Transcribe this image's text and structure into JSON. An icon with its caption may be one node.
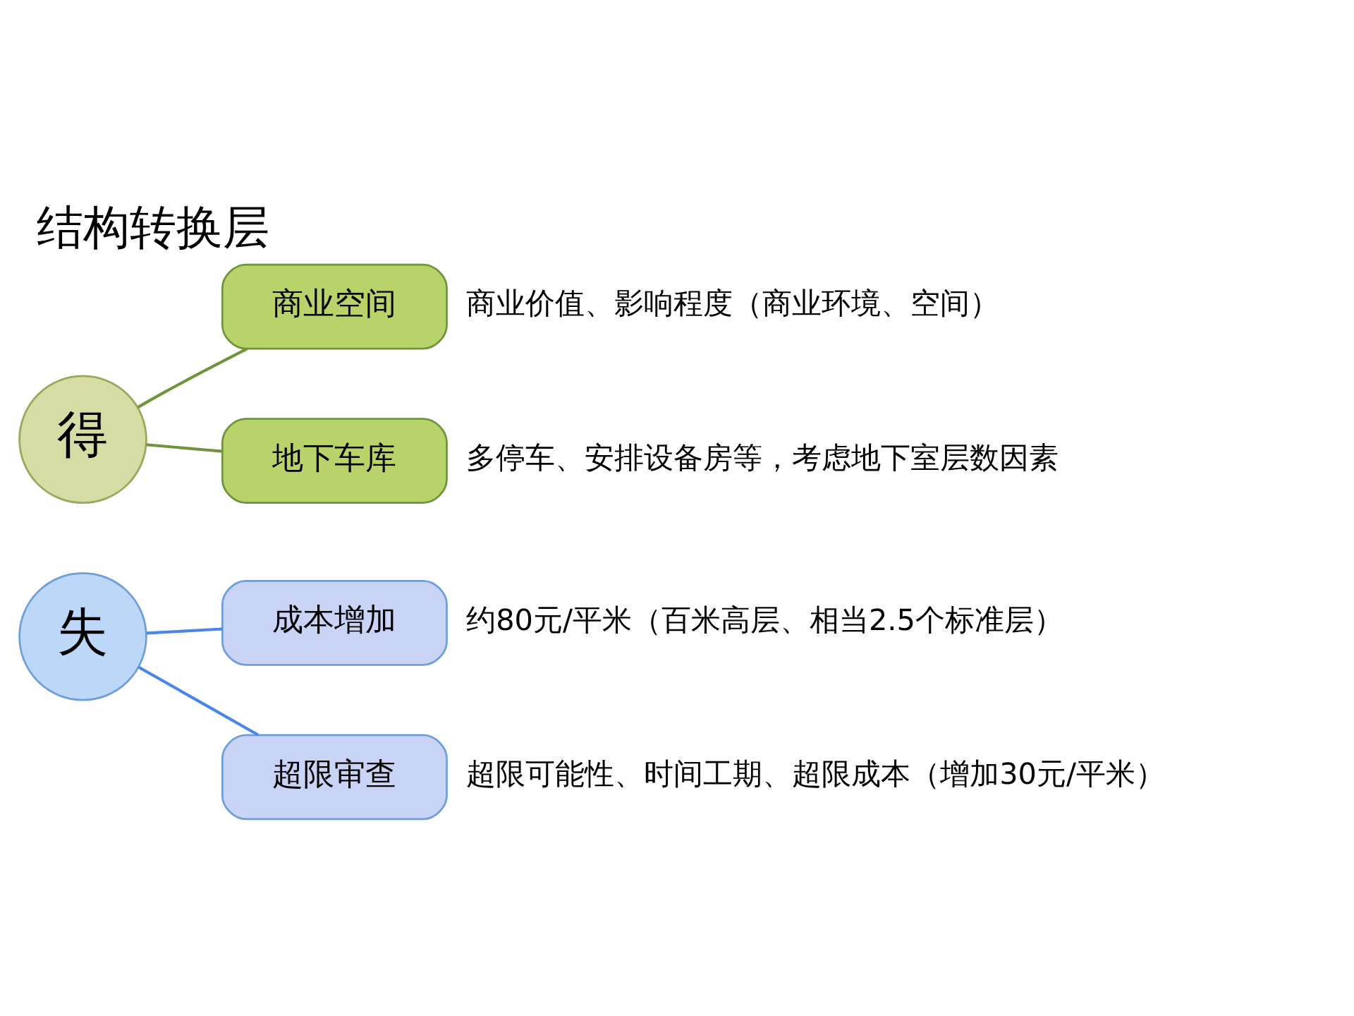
{
  "diagram": {
    "title": "结构转换层",
    "nodes": [
      {
        "text": [
          "得"
        ]
      },
      {
        "text": [
          "商业空间"
        ],
        "beside": [
          "商业价值、影响程度（商业环境、空间）"
        ]
      },
      {
        "text": [
          "地下车库"
        ],
        "beside": [
          "多停车、安排设备房等，考虑地下室层数因素"
        ]
      },
      {
        "text": [
          "失"
        ]
      },
      {
        "text": [
          "成本增加"
        ],
        "beside": [
          "约80元/平米（百米高层、相当2.5个标准层）"
        ]
      },
      {
        "text": [
          "超限审查"
        ],
        "beside": [
          "超限可能性、时间工期、超限成本（增加30元/平米）"
        ]
      }
    ],
    "edges": [
      {
        "from": 0,
        "to": 1,
        "arrow": "none",
        "color": "#70943c"
      },
      {
        "from": 0,
        "to": 2,
        "arrow": "none",
        "color": "#70943c"
      },
      {
        "from": 3,
        "to": 4,
        "arrow": "none",
        "color": "#4a86e8"
      },
      {
        "from": 3,
        "to": 5,
        "arrow": "none",
        "color": "#4a86e8"
      }
    ]
  }
}
